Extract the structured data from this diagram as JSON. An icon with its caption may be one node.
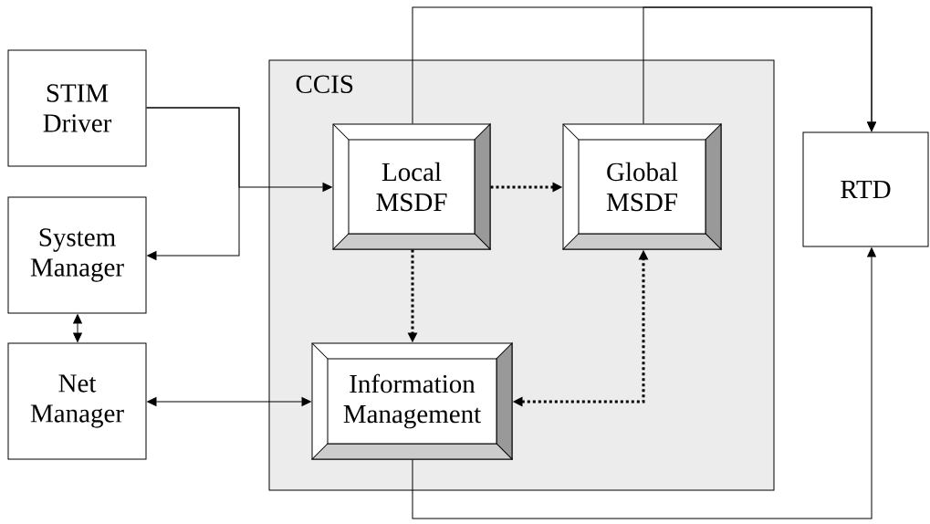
{
  "diagram": {
    "nodes": [
      {
        "text": [
          "STIM Driver"
        ]
      },
      {
        "text": [
          "System Manager"
        ]
      },
      {
        "text": [
          "Net Manager"
        ]
      },
      {
        "text": [
          "CCIS"
        ]
      },
      {
        "text": [
          "Local MSDF"
        ],
        "in": 3
      },
      {
        "text": [
          "Global MSDF"
        ],
        "in": 3
      },
      {
        "text": [
          "Information Management"
        ],
        "in": 3
      },
      {
        "text": [
          "RTD"
        ]
      }
    ],
    "edges": [
      {
        "from": 0,
        "to": 4,
        "arrow": "to"
      },
      {
        "from": 0,
        "to": 1,
        "arrow": "to"
      },
      {
        "from": 1,
        "to": 2,
        "arrow": "both"
      },
      {
        "from": 2,
        "to": 6,
        "arrow": "both"
      },
      {
        "from": 4,
        "to": 5,
        "arrow": "to",
        "style": "dashed"
      },
      {
        "from": 4,
        "to": 6,
        "arrow": "to",
        "style": "dashed"
      },
      {
        "from": 6,
        "to": 5,
        "arrow": "both",
        "style": "dashed"
      },
      {
        "from": 4,
        "to": 7,
        "arrow": "to"
      },
      {
        "from": 5,
        "to": 7,
        "arrow": "to"
      },
      {
        "from": 6,
        "to": 7,
        "arrow": "to"
      }
    ]
  }
}
